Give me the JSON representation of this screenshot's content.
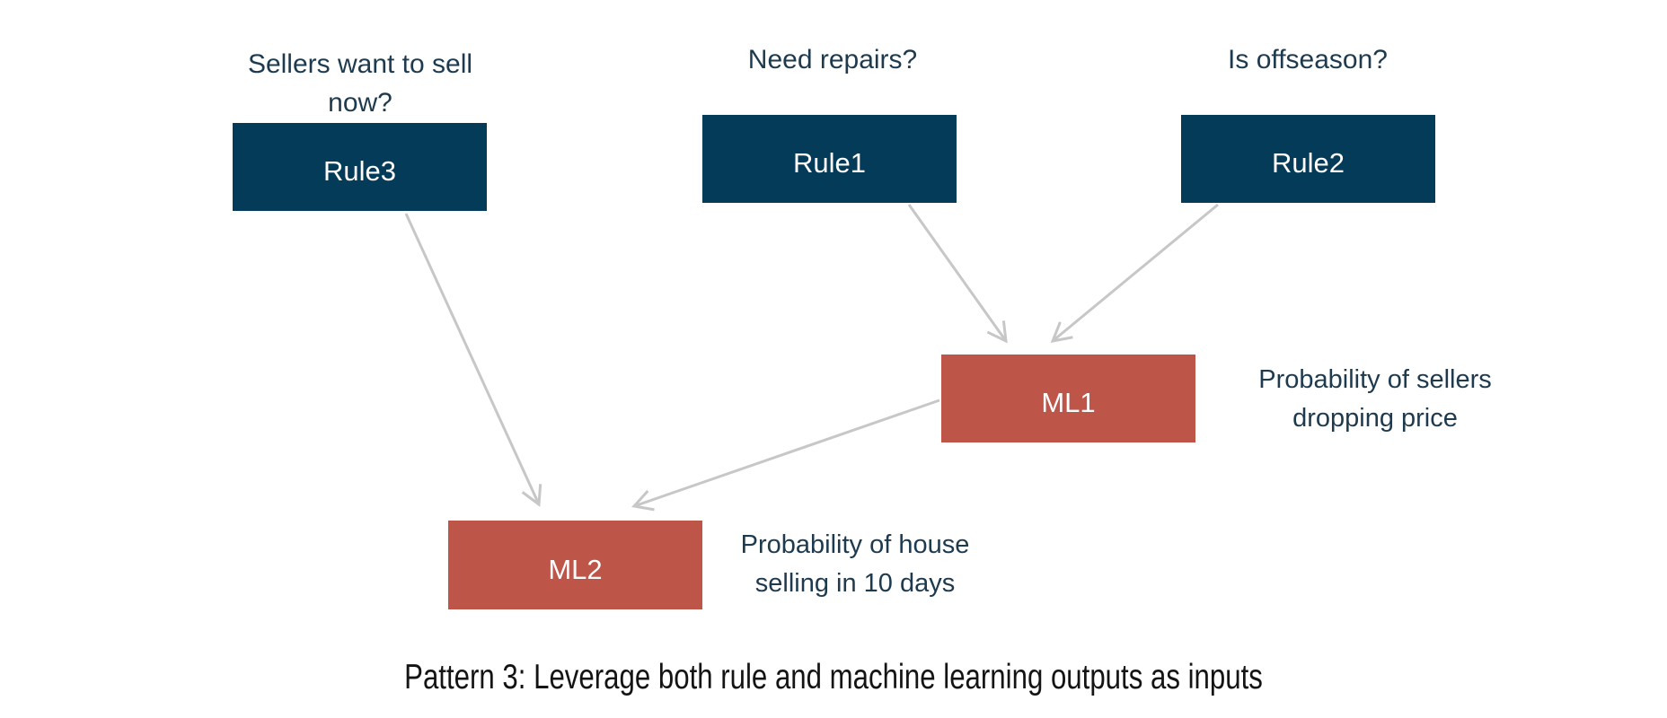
{
  "diagram": {
    "caption": "Pattern 3: Leverage both rule and machine learning outputs as inputs",
    "nodes": {
      "rule3": {
        "label": "Rule3",
        "question": "Sellers want to sell now?"
      },
      "rule1": {
        "label": "Rule1",
        "question": "Need repairs?"
      },
      "rule2": {
        "label": "Rule2",
        "question": "Is offseason?"
      },
      "ml1": {
        "label": "ML1",
        "description": "Probability of sellers dropping price"
      },
      "ml2": {
        "label": "ML2",
        "description": "Probability of house selling in 10 days"
      }
    },
    "edges": [
      {
        "from": "Rule3",
        "to": "ML2"
      },
      {
        "from": "Rule1",
        "to": "ML1"
      },
      {
        "from": "Rule2",
        "to": "ML1"
      },
      {
        "from": "ML1",
        "to": "ML2"
      }
    ],
    "colors": {
      "rule_box": "#043B58",
      "ml_box": "#BD5549",
      "arrow": "#C7C7C7",
      "label_text": "#1E3A4F",
      "caption_text": "#141414",
      "box_text": "#FFFFFF"
    }
  }
}
